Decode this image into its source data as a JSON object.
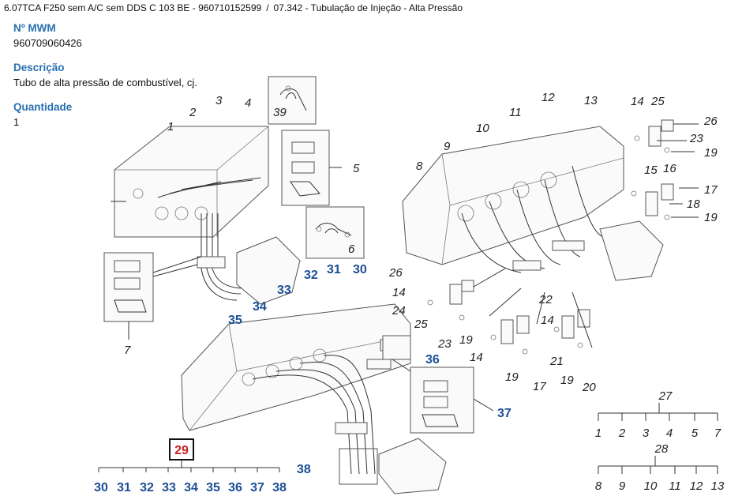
{
  "breadcrumb": {
    "item1": "6.07TCA F250 sem A/C sem DDS C 103 BE - 960710152599",
    "separator": "/",
    "item2": "07.342 - Tubulação de Injeção - Alta Pressão"
  },
  "fields": [
    {
      "label": "Nº MWM",
      "value": "960709060426"
    },
    {
      "label": "Descrição",
      "value": "Tubo de alta pressão de combustível, cj."
    },
    {
      "label": "Quantidade",
      "value": "1"
    }
  ],
  "diagram": {
    "callouts_black": [
      "1",
      "2",
      "3",
      "4",
      "39",
      "5",
      "6",
      "7",
      "8",
      "9",
      "10",
      "11",
      "12",
      "13",
      "14",
      "25",
      "26",
      "23",
      "19",
      "15",
      "16",
      "17",
      "18",
      "19",
      "26",
      "14",
      "24",
      "25",
      "23",
      "19",
      "14",
      "22",
      "14",
      "21",
      "19",
      "20",
      "19",
      "17",
      "27",
      "28"
    ],
    "callouts_blue": [
      "32",
      "31",
      "30",
      "33",
      "34",
      "35",
      "36",
      "37",
      "38"
    ],
    "highlight": "29",
    "tree_29": [
      "30",
      "31",
      "32",
      "33",
      "34",
      "35",
      "36",
      "37",
      "38"
    ],
    "tree_27_root": "27",
    "tree_27": [
      "1",
      "2",
      "3",
      "4",
      "5",
      "7"
    ],
    "tree_28_root": "28",
    "tree_28": [
      "8",
      "9",
      "10",
      "11",
      "12",
      "13"
    ],
    "colors": {
      "label": "#2a6fb0",
      "callout_blue": "#1c4f95",
      "highlight": "#d02020"
    }
  }
}
